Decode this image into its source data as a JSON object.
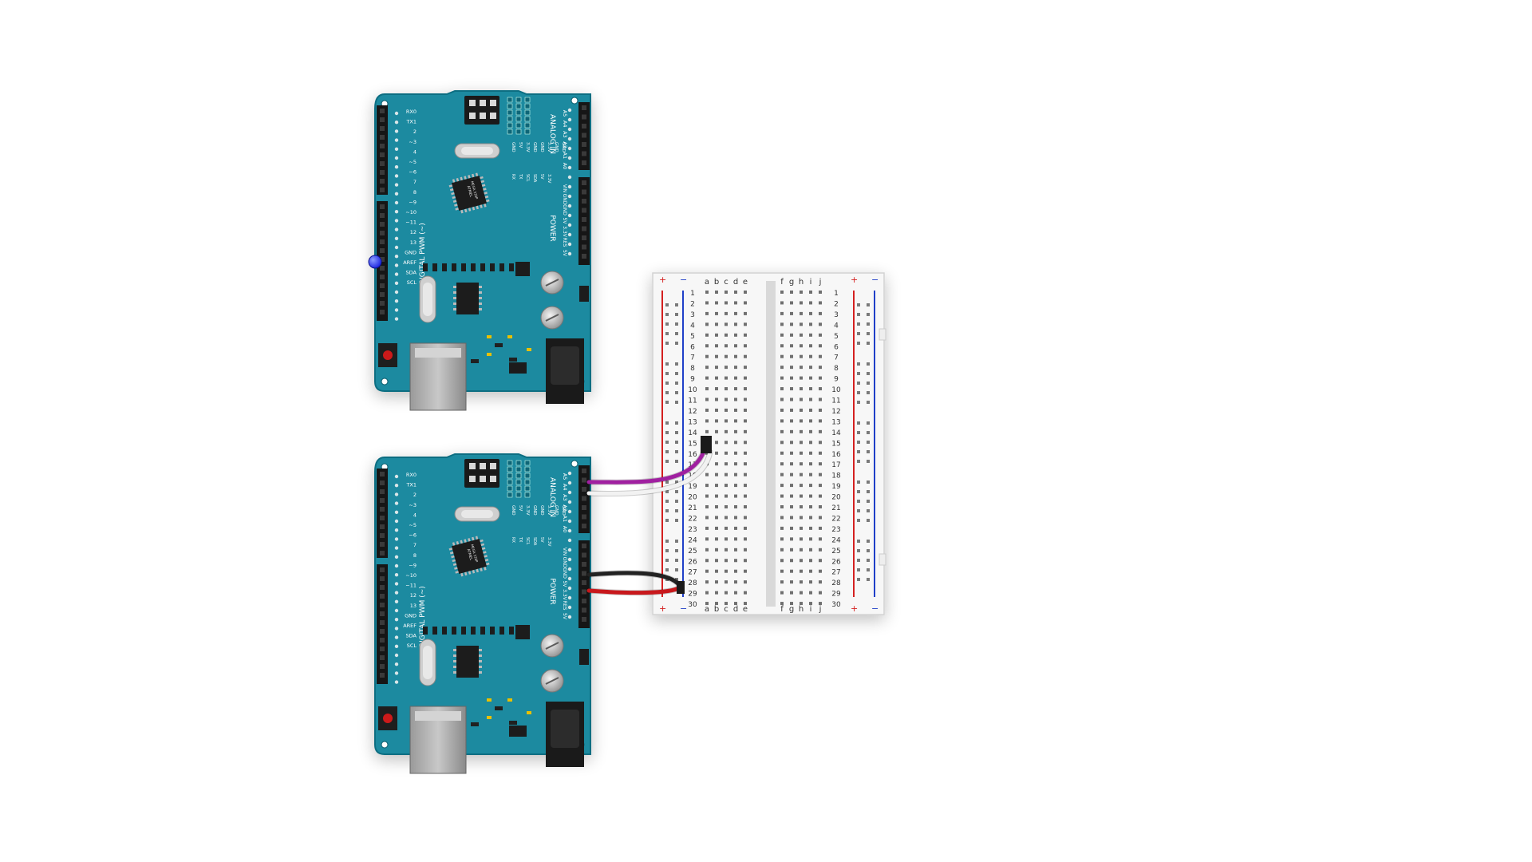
{
  "arduino": {
    "digital_label": "DIGITAL PWM (~)",
    "analog_label": "ANALOG IN",
    "power_label": "POWER",
    "chip_label": "ATMEL",
    "chip_sub": "MEGA 328P",
    "digital_pins": [
      "RX0",
      "TX1",
      "2",
      "~3",
      "4",
      "~5",
      "~6",
      "7",
      "8",
      "~9",
      "~10",
      "~11",
      "12",
      "13",
      "GND",
      "AREF",
      "SDA",
      "SCL"
    ],
    "analog_pins": [
      "A5",
      "A4",
      "A3",
      "A2",
      "A1",
      "A0"
    ],
    "power_pins": [
      "VIN",
      "GND",
      "GND",
      "5V",
      "3.3V",
      "RES",
      "5V"
    ],
    "icsp_cols": [
      "GND",
      "5V",
      "3.3V",
      "GND",
      "GND",
      "3.3V",
      "GND",
      "GND"
    ],
    "icsp_row2": [
      "RX",
      "TX",
      "SCL",
      "SDA",
      "5V",
      "3.3V"
    ]
  },
  "breadboard": {
    "cols_left": [
      "a",
      "b",
      "c",
      "d",
      "e"
    ],
    "cols_right": [
      "f",
      "g",
      "h",
      "i",
      "j"
    ],
    "plus": "+",
    "minus": "−",
    "row_count": 30
  },
  "colors": {
    "board": "#1a8aa0",
    "board_edge": "#0f6e82",
    "wire_purple": "#a020a0",
    "wire_white": "#f2f2f2",
    "wire_black": "#222222",
    "wire_red": "#c8181c",
    "rail_red": "#d42020",
    "rail_blue": "#1f3fc8",
    "led_blue": "#1a22e0"
  }
}
